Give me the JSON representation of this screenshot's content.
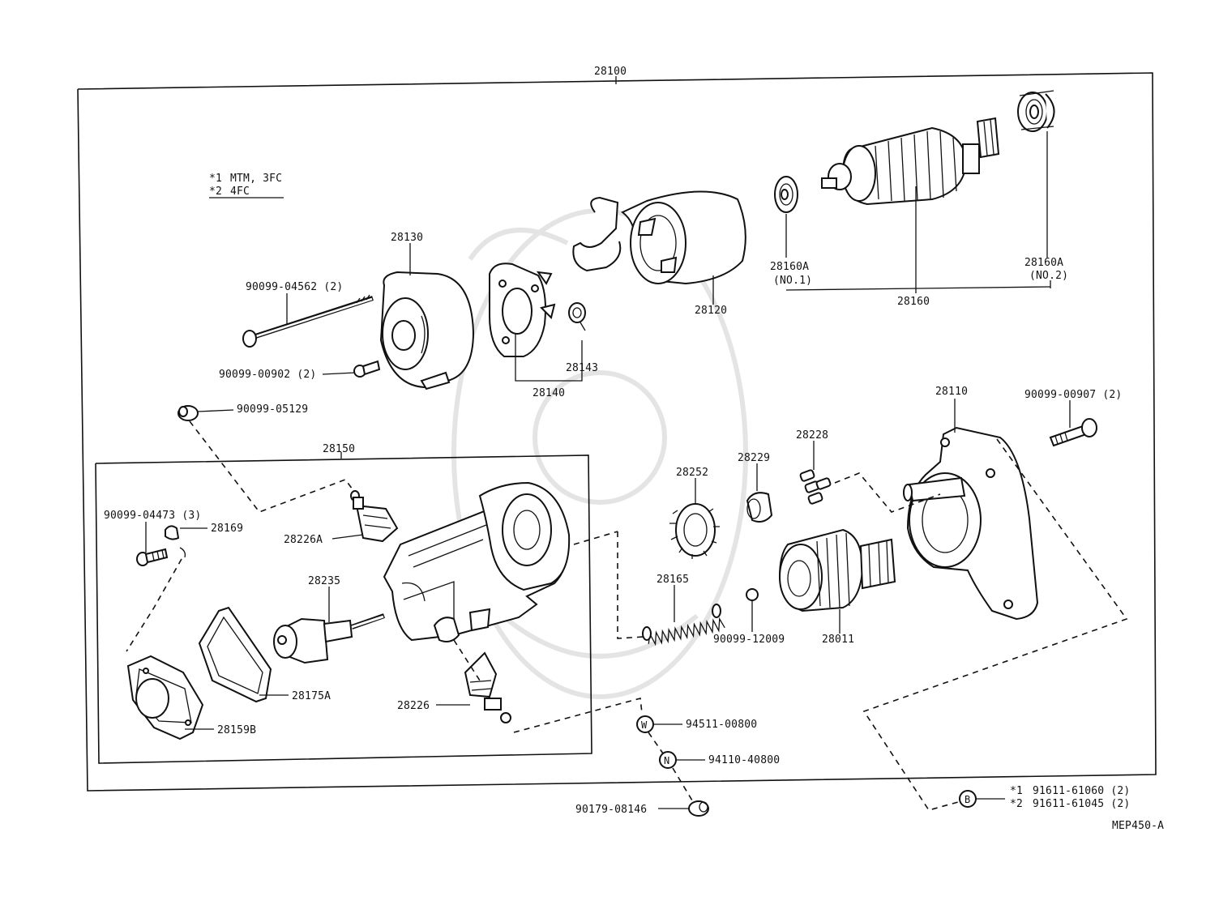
{
  "diagram": {
    "assembly_number": "28100",
    "subassembly_number": "28150",
    "figure_code": "MEP450-A",
    "notes": [
      {
        "mark": "*1",
        "text": "MTM, 3FC"
      },
      {
        "mark": "*2",
        "text": "4FC"
      }
    ],
    "parts": {
      "p28130": "28130",
      "p90099_04562": "90099-04562 (2)",
      "p90099_00902": "90099-00902 (2)",
      "p90099_05129": "90099-05129",
      "p28140": "28140",
      "p28143": "28143",
      "p28120": "28120",
      "p28160A_1": "28160A",
      "p28160A_1_note": "(NO.1)",
      "p28160A_2": "28160A",
      "p28160A_2_note": "(NO.2)",
      "p28160": "28160",
      "p28110": "28110",
      "p90099_00907": "90099-00907 (2)",
      "p28228": "28228",
      "p28229": "28229",
      "p28252": "28252",
      "p28165": "28165",
      "p90099_12009": "90099-12009",
      "p28011": "28011",
      "p90099_04473": "90099-04473 (3)",
      "p28169": "28169",
      "p28226A": "28226A",
      "p28235": "28235",
      "p28175A": "28175A",
      "p28159B": "28159B",
      "p28226": "28226",
      "p94511_00800": "94511-00800",
      "p94110_40800": "94110-40800",
      "p90179_08146": "90179-08146"
    },
    "circle_marks": {
      "w": "W",
      "n": "N",
      "b": "B"
    },
    "bolt_options": [
      {
        "mark": "*1",
        "part": "91611-61060 (2)"
      },
      {
        "mark": "*2",
        "part": "91611-61045 (2)"
      }
    ]
  }
}
